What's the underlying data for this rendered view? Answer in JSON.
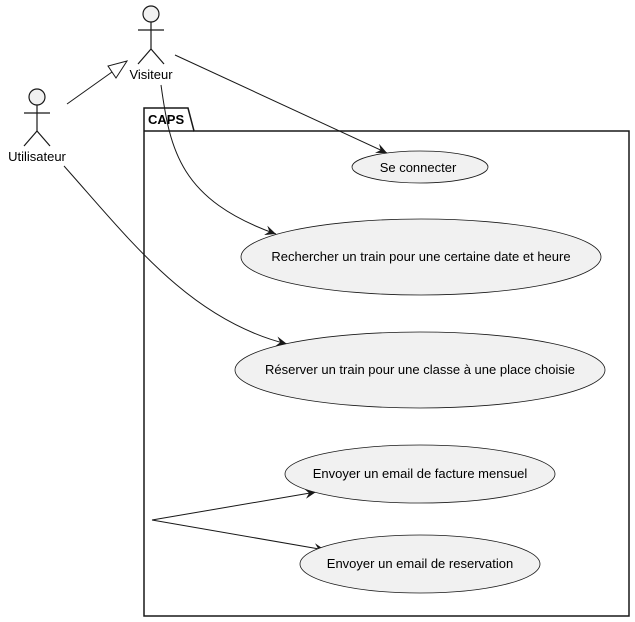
{
  "package": {
    "title": "CAPS"
  },
  "actors": {
    "visiteur": {
      "label": "Visiteur"
    },
    "utilisateur": {
      "label": "Utilisateur"
    }
  },
  "use_cases": {
    "se_connecter": "Se connecter",
    "rechercher": "Rechercher un train pour une certaine date et heure",
    "reserver": "Réserver un train pour une classe à une place choisie",
    "email_facture": "Envoyer un email de facture mensuel",
    "email_reservation": "Envoyer un email de reservation"
  },
  "colors": {
    "fill": "#f1f1f1",
    "stroke": "#181818",
    "background": "#ffffff"
  }
}
